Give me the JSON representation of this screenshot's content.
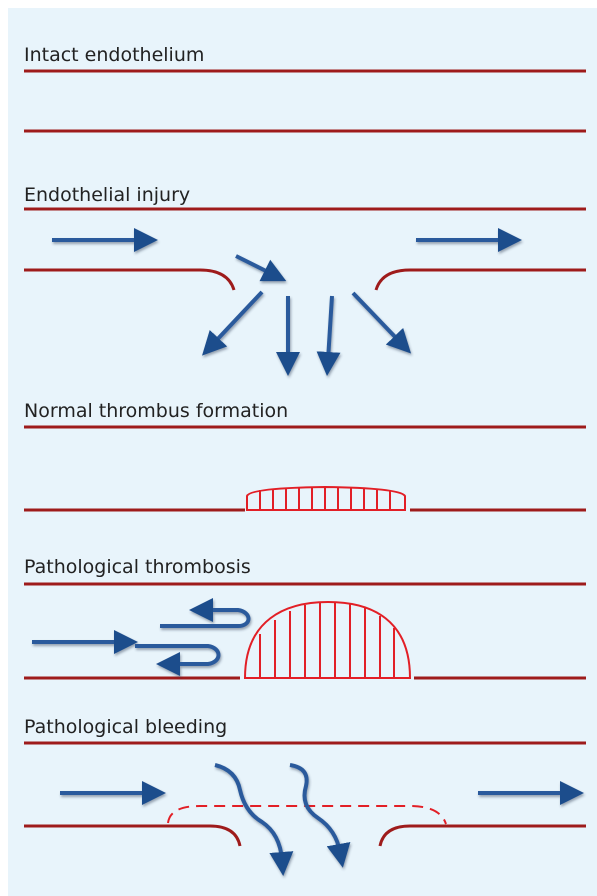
{
  "panels": [
    {
      "label": "Intact endothelium"
    },
    {
      "label": "Endothelial injury"
    },
    {
      "label": "Normal thrombus formation"
    },
    {
      "label": "Pathological thrombosis"
    },
    {
      "label": "Pathological bleeding"
    }
  ],
  "colors": {
    "background": "#e8f4fb",
    "vessel_wall": "#9e1b1b",
    "thrombus": "#e21f26",
    "flow_arrow": "#1f4e8c"
  }
}
